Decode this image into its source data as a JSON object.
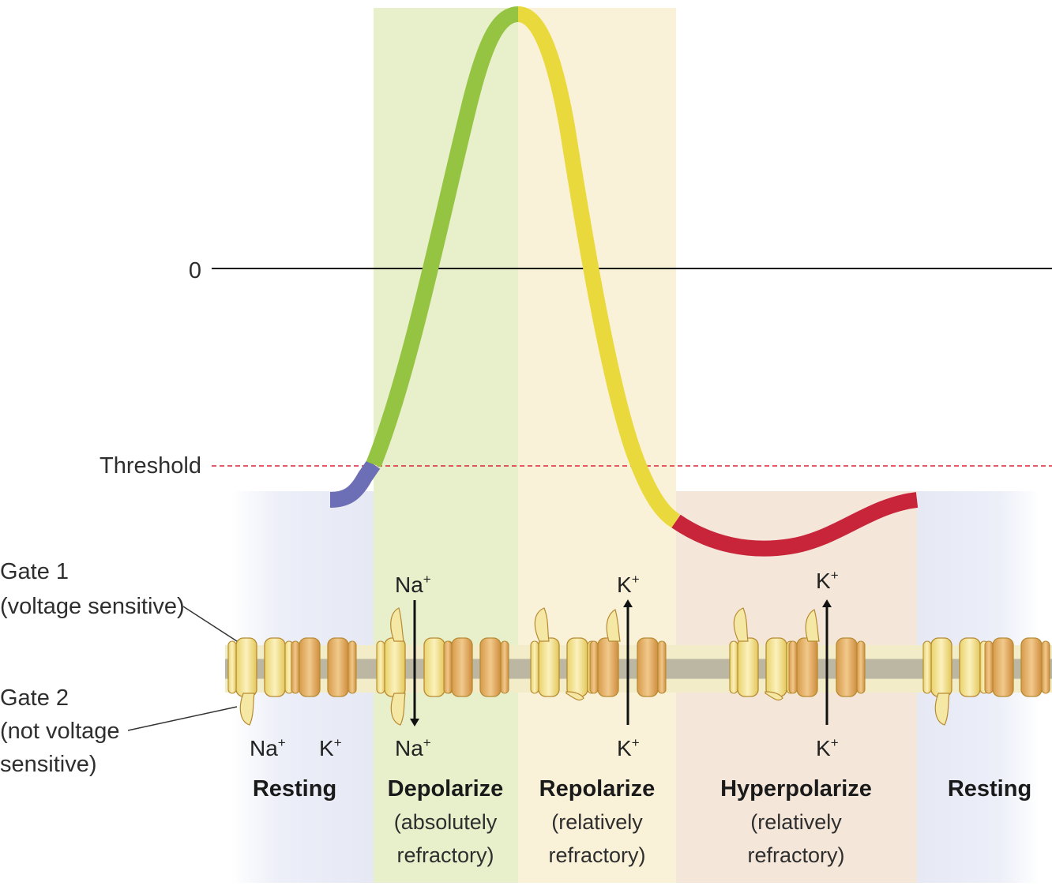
{
  "axis": {
    "zero_label": "0",
    "threshold_label": "Threshold"
  },
  "gates": {
    "gate1_title": "Gate 1",
    "gate1_desc": "(voltage sensitive)",
    "gate2_title": "Gate 2",
    "gate2_desc_line1": "(not voltage",
    "gate2_desc_line2": "sensitive)"
  },
  "ions": {
    "na": "Na",
    "k": "K",
    "plus": "+"
  },
  "phases": [
    {
      "name": "Resting",
      "desc1": "",
      "desc2": "",
      "color": "#e8e9f5"
    },
    {
      "name": "Depolarize",
      "desc1": "(absolutely",
      "desc2": "refractory)",
      "color": "#e9f0cc"
    },
    {
      "name": "Repolarize",
      "desc1": "(relatively",
      "desc2": "refractory)",
      "color": "#faf2d6"
    },
    {
      "name": "Hyperpolarize",
      "desc1": "(relatively",
      "desc2": "refractory)",
      "color": "#f3e5d8"
    },
    {
      "name": "Resting",
      "desc1": "",
      "desc2": "",
      "color": "#e8e9f5"
    }
  ],
  "colors": {
    "resting_trace": "#6d6fb6",
    "depolarize_trace": "#95c342",
    "repolarize_trace": "#ead93d",
    "hyperpolarize_trace": "#c8253a",
    "threshold_line": "#d9263a",
    "membrane": "#c9c3a8",
    "channel_yellow": "#f4e6a0",
    "channel_orange": "#e8b86a"
  }
}
